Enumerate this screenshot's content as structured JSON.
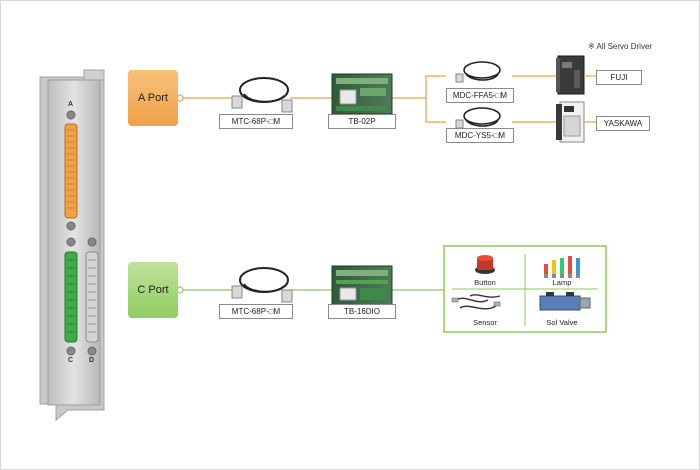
{
  "note": "※ All Servo Driver",
  "bracket": {
    "letters": [
      "A",
      "C",
      "D"
    ]
  },
  "a_port": {
    "label": "A Port",
    "cable_label": "MTC-68P-□M",
    "terminal_label": "TB-02P",
    "servo_cables": [
      "MDC-FFA5-□M",
      "MDC-YS5-□M"
    ],
    "drivers": [
      "FUJI",
      "YASKAWA"
    ]
  },
  "c_port": {
    "label": "C Port",
    "cable_label": "MTC-68P-□M",
    "terminal_label": "TB-16DIO",
    "io_devices": [
      "Button",
      "Lamp",
      "Sensor",
      "Sol Valve"
    ]
  },
  "colors": {
    "a_accent": "#f0a146",
    "c_accent": "#92cc63",
    "line_a": "#f0a146",
    "line_c": "#8fca5c"
  }
}
